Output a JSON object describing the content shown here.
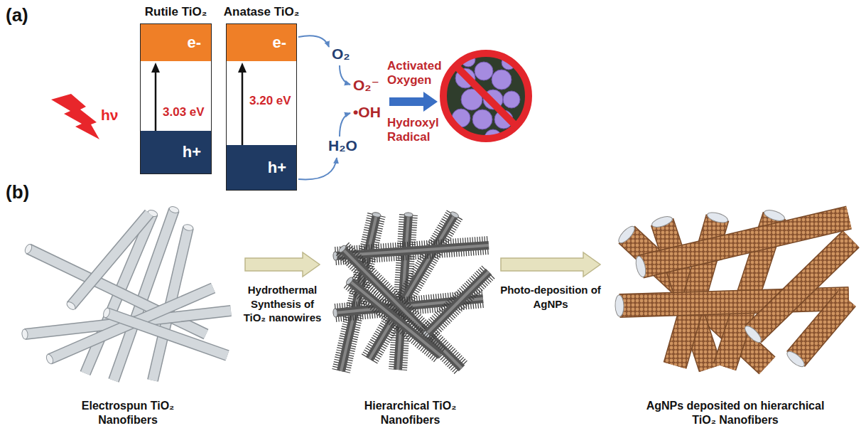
{
  "diagram": {
    "nodes": [
      {
        "text": [
          "Rutile TiO₂"
        ]
      },
      {
        "text": [
          "e-"
        ],
        "in": 0
      },
      {
        "text": [
          "h+"
        ],
        "in": 0
      },
      {
        "text": [
          "Anatase TiO₂"
        ]
      },
      {
        "text": [
          "e-"
        ],
        "in": 3
      },
      {
        "text": [
          "h+"
        ],
        "in": 3
      },
      {
        "text": [
          "Electrospun TiO₂ Nanofibers"
        ]
      },
      {
        "text": [
          "Hierarchical TiO₂ Nanofibers"
        ]
      },
      {
        "text": [
          "AgNPs deposited on hierarchical TiO₂ Nanofibers"
        ]
      }
    ],
    "edges": [
      {
        "from": 2,
        "to": 1,
        "label": "3.03 eV",
        "arrow": "to"
      },
      {
        "from": 5,
        "to": 4,
        "label": "3.20 eV",
        "arrow": "to"
      },
      {
        "from": 6,
        "to": 7,
        "label": "Hydrothermal Synthesis of TiO₂ nanowires",
        "arrow": "to"
      },
      {
        "from": 7,
        "to": 8,
        "label": "Photo-deposition of AgNPs",
        "arrow": "to"
      }
    ],
    "labels": [
      "(a)",
      "hν",
      "O₂",
      "O₂⁻",
      "•OH",
      "H₂O",
      "Activated Oxygen",
      "Hydroxyl Radical",
      "(b)"
    ]
  }
}
